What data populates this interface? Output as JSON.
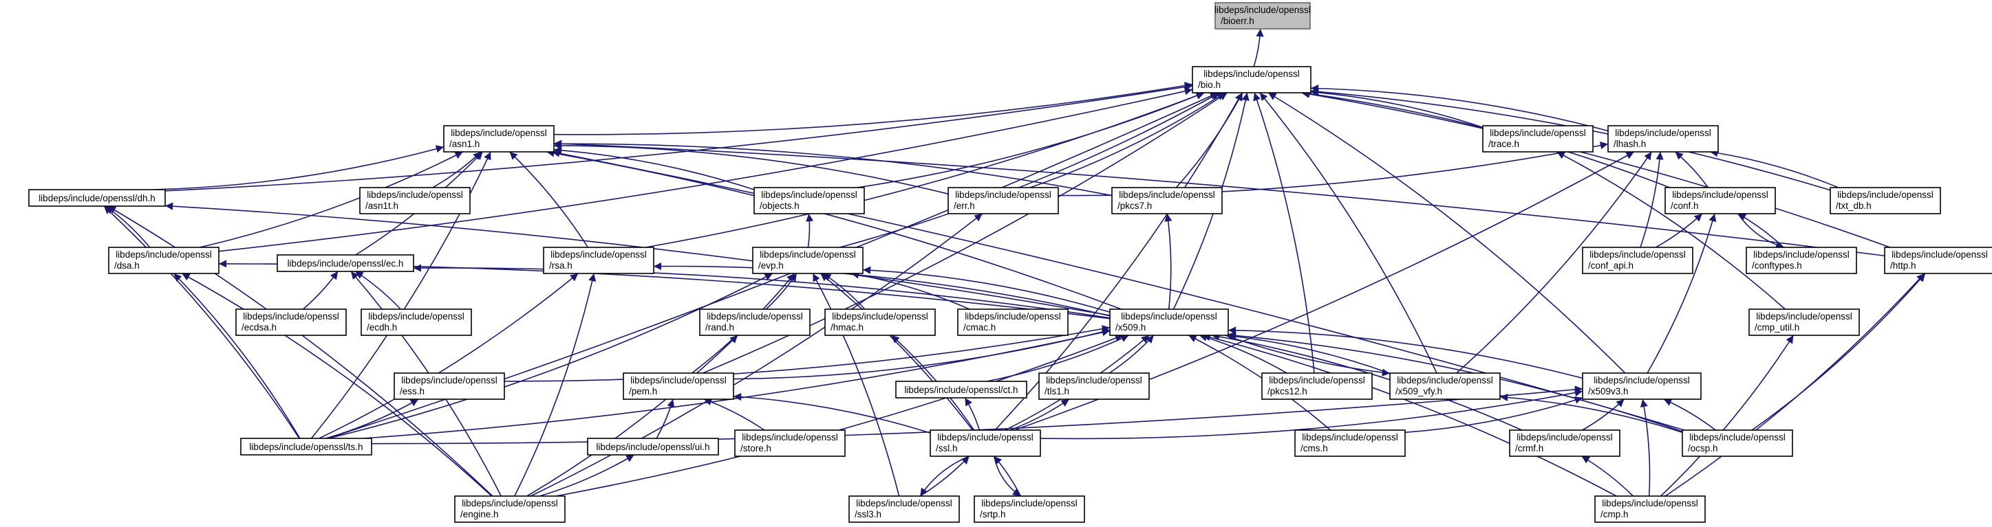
{
  "graph": {
    "edge_color": "#191970",
    "root_fill": "#bfbfbf",
    "nodes": {
      "bioerr": [
        "libdeps/include/openssl",
        "/bioerr.h"
      ],
      "bio": [
        "libdeps/include/openssl",
        "/bio.h"
      ],
      "asn1": [
        "libdeps/include/openssl",
        "/asn1.h"
      ],
      "trace": [
        "libdeps/include/openssl",
        "/trace.h"
      ],
      "lhash": [
        "libdeps/include/openssl",
        "/lhash.h"
      ],
      "dh": [
        "libdeps/include/openssl/dh.h"
      ],
      "asn1t": [
        "libdeps/include/openssl",
        "/asn1t.h"
      ],
      "objects": [
        "libdeps/include/openssl",
        "/objects.h"
      ],
      "err": [
        "libdeps/include/openssl",
        "/err.h"
      ],
      "pkcs7": [
        "libdeps/include/openssl",
        "/pkcs7.h"
      ],
      "conf": [
        "libdeps/include/openssl",
        "/conf.h"
      ],
      "txt_db": [
        "libdeps/include/openssl",
        "/txt_db.h"
      ],
      "dsa": [
        "libdeps/include/openssl",
        "/dsa.h"
      ],
      "ec": [
        "libdeps/include/openssl/ec.h"
      ],
      "rsa": [
        "libdeps/include/openssl",
        "/rsa.h"
      ],
      "evp": [
        "libdeps/include/openssl",
        "/evp.h"
      ],
      "conf_api": [
        "libdeps/include/openssl",
        "/conf_api.h"
      ],
      "conftypes": [
        "libdeps/include/openssl",
        "/conftypes.h"
      ],
      "http": [
        "libdeps/include/openssl",
        "/http.h"
      ],
      "ecdsa": [
        "libdeps/include/openssl",
        "/ecdsa.h"
      ],
      "ecdh": [
        "libdeps/include/openssl",
        "/ecdh.h"
      ],
      "rand": [
        "libdeps/include/openssl",
        "/rand.h"
      ],
      "hmac": [
        "libdeps/include/openssl",
        "/hmac.h"
      ],
      "cmac": [
        "libdeps/include/openssl",
        "/cmac.h"
      ],
      "x509": [
        "libdeps/include/openssl",
        "/x509.h"
      ],
      "cmp_util": [
        "libdeps/include/openssl",
        "/cmp_util.h"
      ],
      "ess": [
        "libdeps/include/openssl",
        "/ess.h"
      ],
      "pem": [
        "libdeps/include/openssl",
        "/pem.h"
      ],
      "ct": [
        "libdeps/include/openssl/ct.h"
      ],
      "tls1": [
        "libdeps/include/openssl",
        "/tls1.h"
      ],
      "pkcs12": [
        "libdeps/include/openssl",
        "/pkcs12.h"
      ],
      "x509_vfy": [
        "libdeps/include/openssl",
        "/x509_vfy.h"
      ],
      "x509v3": [
        "libdeps/include/openssl",
        "/x509v3.h"
      ],
      "ts": [
        "libdeps/include/openssl/ts.h"
      ],
      "ui": [
        "libdeps/include/openssl/ui.h"
      ],
      "store": [
        "libdeps/include/openssl",
        "/store.h"
      ],
      "ssl": [
        "libdeps/include/openssl",
        "/ssl.h"
      ],
      "cms": [
        "libdeps/include/openssl",
        "/cms.h"
      ],
      "crmf": [
        "libdeps/include/openssl",
        "/crmf.h"
      ],
      "ocsp": [
        "libdeps/include/openssl",
        "/ocsp.h"
      ],
      "engine": [
        "libdeps/include/openssl",
        "/engine.h"
      ],
      "ssl3": [
        "libdeps/include/openssl",
        "/ssl3.h"
      ],
      "srtp": [
        "libdeps/include/openssl",
        "/srtp.h"
      ],
      "cmp": [
        "libdeps/include/openssl",
        "/cmp.h"
      ]
    },
    "edges": [
      [
        "bio",
        "bioerr"
      ],
      [
        "asn1",
        "bio"
      ],
      [
        "trace",
        "bio"
      ],
      [
        "lhash",
        "bio"
      ],
      [
        "dh",
        "bio"
      ],
      [
        "objects",
        "bio"
      ],
      [
        "err",
        "bio"
      ],
      [
        "pkcs7",
        "bio"
      ],
      [
        "conf",
        "bio"
      ],
      [
        "txt_db",
        "bio"
      ],
      [
        "dsa",
        "bio"
      ],
      [
        "rsa",
        "bio"
      ],
      [
        "evp",
        "bio"
      ],
      [
        "http",
        "bio"
      ],
      [
        "x509",
        "bio"
      ],
      [
        "pem",
        "bio"
      ],
      [
        "pkcs12",
        "bio"
      ],
      [
        "x509_vfy",
        "bio"
      ],
      [
        "x509v3",
        "bio"
      ],
      [
        "ts",
        "bio"
      ],
      [
        "ssl",
        "bio"
      ],
      [
        "dh",
        "asn1"
      ],
      [
        "asn1t",
        "asn1"
      ],
      [
        "objects",
        "asn1"
      ],
      [
        "err",
        "asn1"
      ],
      [
        "pkcs7",
        "asn1"
      ],
      [
        "dsa",
        "asn1"
      ],
      [
        "ec",
        "asn1"
      ],
      [
        "rsa",
        "asn1"
      ],
      [
        "x509",
        "asn1"
      ],
      [
        "ts",
        "asn1"
      ],
      [
        "ocsp",
        "asn1"
      ],
      [
        "http",
        "asn1"
      ],
      [
        "cmp_util",
        "trace"
      ],
      [
        "conf",
        "lhash"
      ],
      [
        "txt_db",
        "lhash"
      ],
      [
        "err",
        "lhash"
      ],
      [
        "conf_api",
        "lhash"
      ],
      [
        "x509_vfy",
        "lhash"
      ],
      [
        "ssl",
        "lhash"
      ],
      [
        "dsa",
        "dh"
      ],
      [
        "x509",
        "dh"
      ],
      [
        "ts",
        "dh"
      ],
      [
        "engine",
        "dh"
      ],
      [
        "evp",
        "objects"
      ],
      [
        "engine",
        "err"
      ],
      [
        "x509",
        "pkcs7"
      ],
      [
        "conf_api",
        "conf"
      ],
      [
        "conftypes",
        "conf"
      ],
      [
        "conf",
        "conftypes"
      ],
      [
        "x509v3",
        "conf"
      ],
      [
        "x509",
        "dsa"
      ],
      [
        "ts",
        "dsa"
      ],
      [
        "engine",
        "dsa"
      ],
      [
        "ecdsa",
        "ec"
      ],
      [
        "ecdh",
        "ec"
      ],
      [
        "x509",
        "ec"
      ],
      [
        "engine",
        "ec"
      ],
      [
        "x509",
        "rsa"
      ],
      [
        "ts",
        "rsa"
      ],
      [
        "engine",
        "rsa"
      ],
      [
        "rand",
        "evp"
      ],
      [
        "hmac",
        "evp"
      ],
      [
        "cmac",
        "evp"
      ],
      [
        "x509",
        "evp"
      ],
      [
        "pem",
        "evp"
      ],
      [
        "ts",
        "evp"
      ],
      [
        "ssl",
        "evp"
      ],
      [
        "ssl3",
        "evp"
      ],
      [
        "ocsp",
        "http"
      ],
      [
        "cmp",
        "http"
      ],
      [
        "engine",
        "rand"
      ],
      [
        "ssl",
        "hmac"
      ],
      [
        "ess",
        "x509"
      ],
      [
        "pem",
        "x509"
      ],
      [
        "ct",
        "x509"
      ],
      [
        "tls1",
        "x509"
      ],
      [
        "pkcs12",
        "x509"
      ],
      [
        "x509_vfy",
        "x509"
      ],
      [
        "x509",
        "x509_vfy"
      ],
      [
        "x509v3",
        "x509"
      ],
      [
        "ts",
        "x509"
      ],
      [
        "engine",
        "x509"
      ],
      [
        "cms",
        "x509"
      ],
      [
        "crmf",
        "x509"
      ],
      [
        "ocsp",
        "x509"
      ],
      [
        "cmp",
        "x509"
      ],
      [
        "ssl",
        "x509"
      ],
      [
        "cmp",
        "cmp_util"
      ],
      [
        "ts",
        "ess"
      ],
      [
        "ui",
        "pem"
      ],
      [
        "store",
        "pem"
      ],
      [
        "ssl",
        "pem"
      ],
      [
        "ssl",
        "ct"
      ],
      [
        "ssl",
        "tls1"
      ],
      [
        "cms",
        "x509v3"
      ],
      [
        "crmf",
        "x509v3"
      ],
      [
        "ocsp",
        "x509v3"
      ],
      [
        "cmp",
        "x509v3"
      ],
      [
        "ts",
        "x509v3"
      ],
      [
        "ssl",
        "x509v3"
      ],
      [
        "engine",
        "ui"
      ],
      [
        "ssl3",
        "ssl"
      ],
      [
        "ssl",
        "ssl3"
      ],
      [
        "srtp",
        "ssl"
      ],
      [
        "ssl",
        "srtp"
      ],
      [
        "cmp",
        "crmf"
      ],
      [
        "ocsp",
        "x509_vfy"
      ]
    ]
  }
}
